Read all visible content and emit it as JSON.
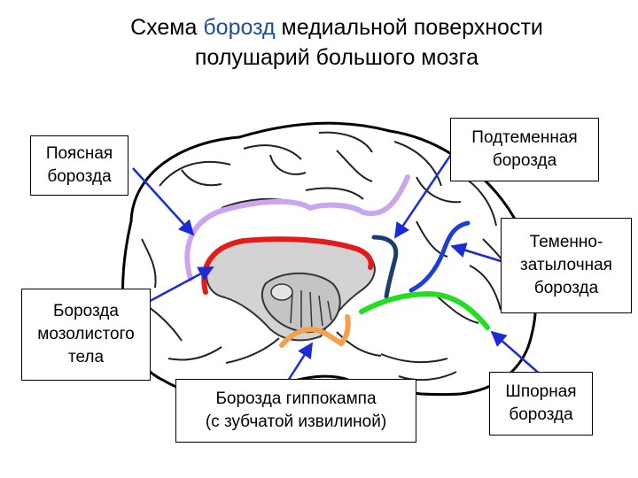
{
  "title": {
    "part1": "Схема ",
    "highlight": "борозд",
    "part2": " медиальной поверхности",
    "line2": "полушарий большого мозга",
    "highlight_color": "#1f4e9e"
  },
  "labels": {
    "cingulate": "Поясная\nборозда",
    "subparietal": "Подтеменная\nборозда",
    "parieto_occipital": "Теменно-\nзатылочная\nборозда",
    "callosal": "Борозда\nмозолистого\nтела",
    "hippocampal": "Борозда гиппокампа\n(с зубчатой извилиной)",
    "calcarine": "Шпорная\nборозда"
  },
  "colors": {
    "cingulate_sulcus": "#c9a6ee",
    "callosal_sulcus": "#e21b1b",
    "hippocampal_sulcus": "#f4a14c",
    "subparietal_sulcus": "#1d3e66",
    "parieto_occipital_sulcus": "#1c3fd6",
    "calcarine_sulcus": "#22dd22",
    "arrow": "#1c2bd8",
    "corpus_callosum_fill": "#d3d3d3"
  }
}
